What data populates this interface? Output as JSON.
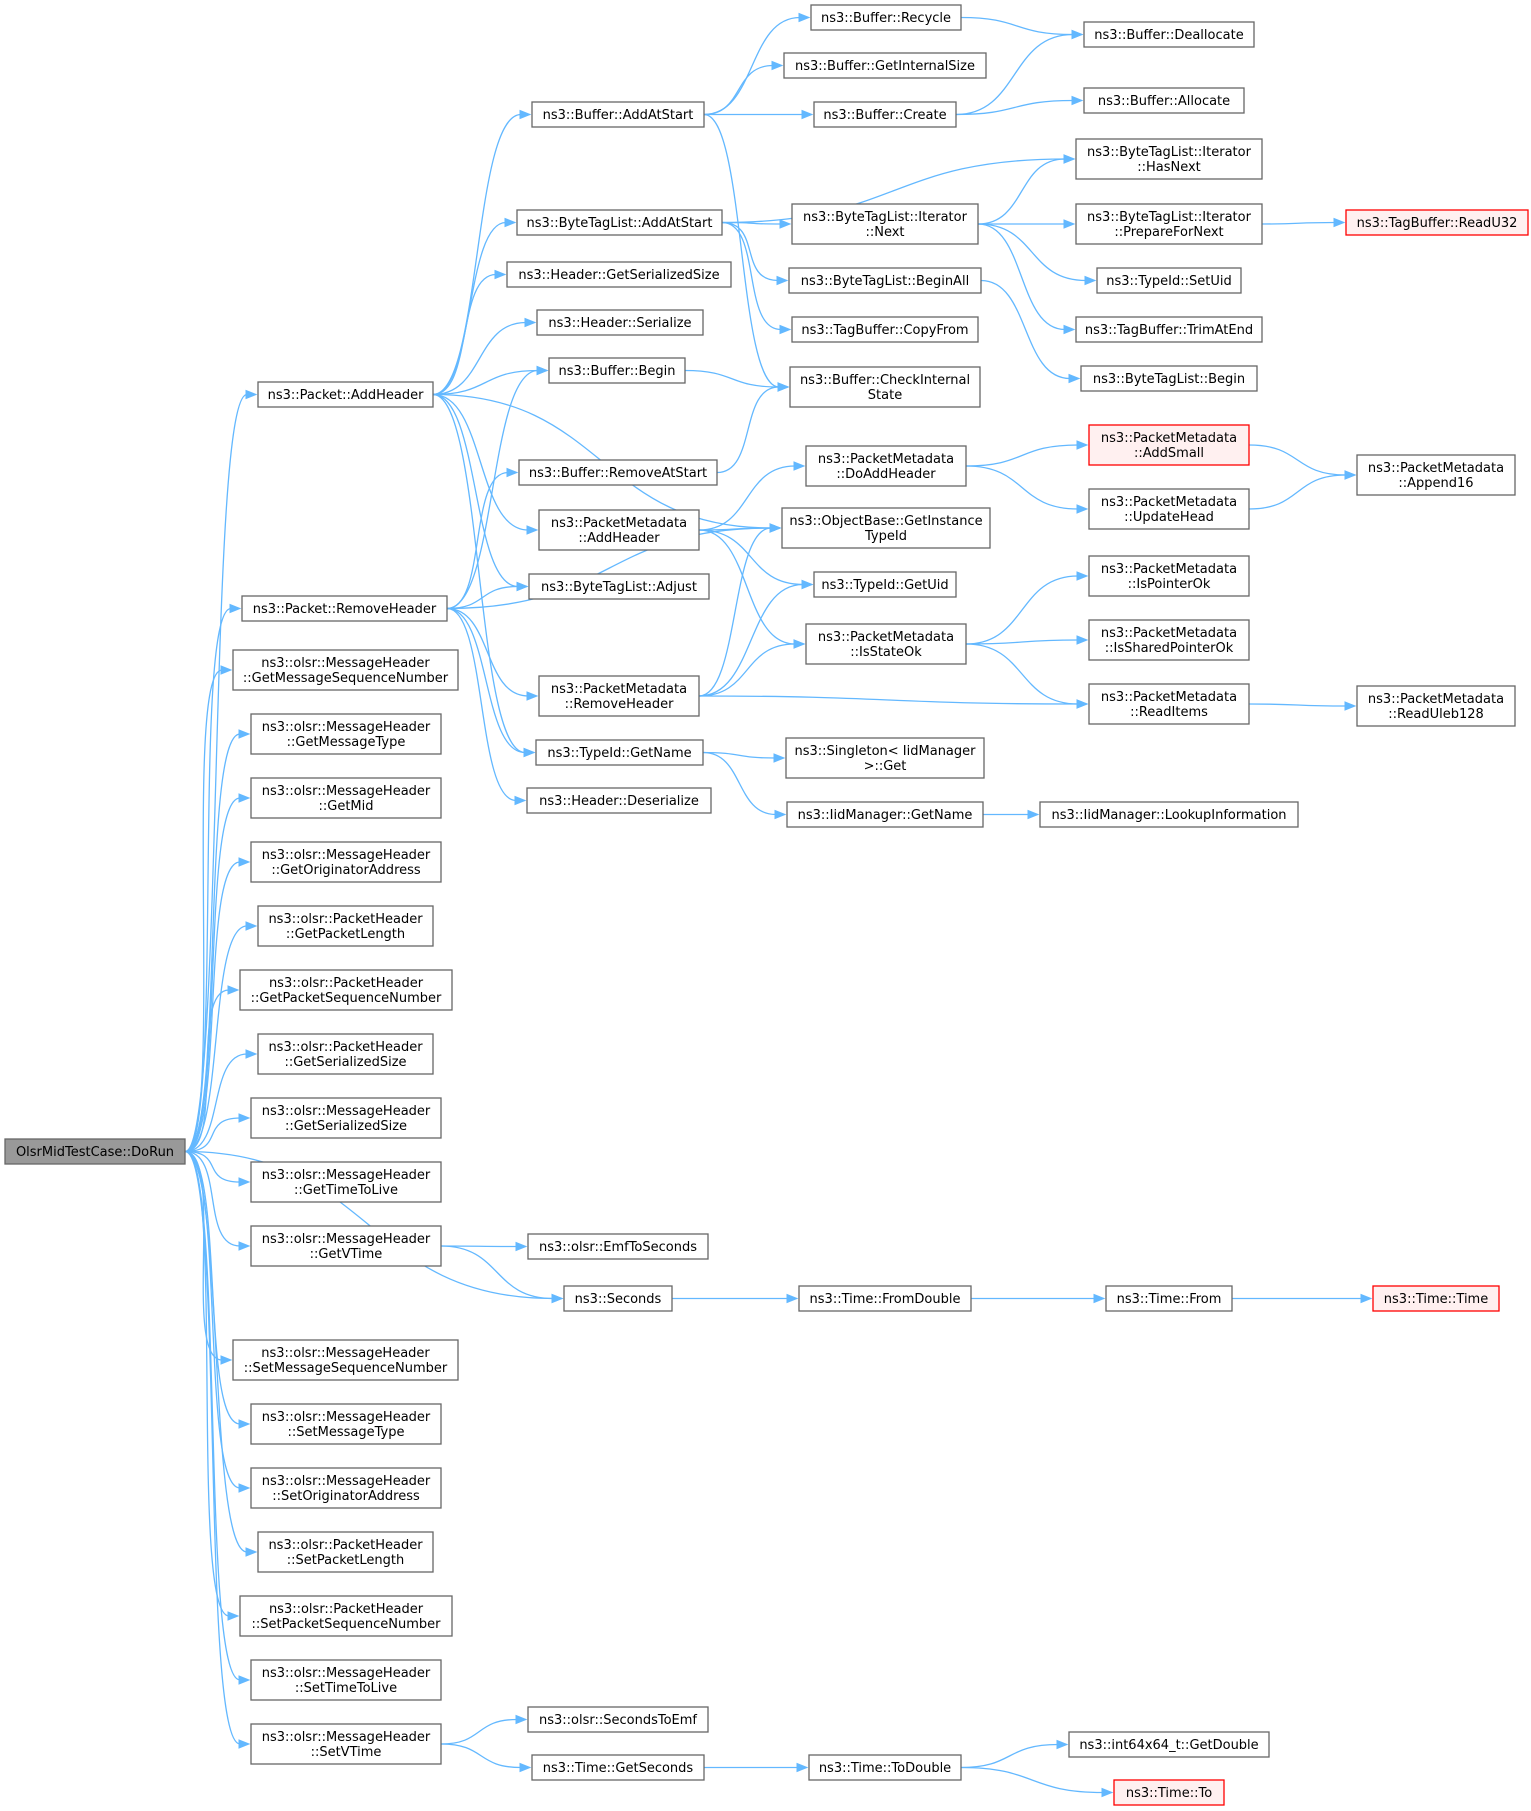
{
  "graph": {
    "colors": {
      "edge": "#63b8ff",
      "node_border": "#666666",
      "root_fill": "#999999",
      "truncated_border": "#ff0000",
      "truncated_fill": "#fff0f0"
    },
    "nodes": [
      {
        "id": "root",
        "lines": [
          "OlsrMidTestCase::DoRun"
        ],
        "kind": "root"
      },
      {
        "id": "pkt_addheader",
        "lines": [
          "ns3::Packet::AddHeader"
        ]
      },
      {
        "id": "pkt_removeheader",
        "lines": [
          "ns3::Packet::RemoveHeader"
        ]
      },
      {
        "id": "mh_getmsgseq",
        "lines": [
          "ns3::olsr::MessageHeader",
          "::GetMessageSequenceNumber"
        ]
      },
      {
        "id": "mh_getmsgtype",
        "lines": [
          "ns3::olsr::MessageHeader",
          "::GetMessageType"
        ]
      },
      {
        "id": "mh_getmid",
        "lines": [
          "ns3::olsr::MessageHeader",
          "::GetMid"
        ]
      },
      {
        "id": "mh_getorig",
        "lines": [
          "ns3::olsr::MessageHeader",
          "::GetOriginatorAddress"
        ]
      },
      {
        "id": "ph_getlen",
        "lines": [
          "ns3::olsr::PacketHeader",
          "::GetPacketLength"
        ]
      },
      {
        "id": "ph_getseq",
        "lines": [
          "ns3::olsr::PacketHeader",
          "::GetPacketSequenceNumber"
        ]
      },
      {
        "id": "ph_getsersize",
        "lines": [
          "ns3::olsr::PacketHeader",
          "::GetSerializedSize"
        ]
      },
      {
        "id": "mh_getsersize",
        "lines": [
          "ns3::olsr::MessageHeader",
          "::GetSerializedSize"
        ]
      },
      {
        "id": "mh_getttl",
        "lines": [
          "ns3::olsr::MessageHeader",
          "::GetTimeToLive"
        ]
      },
      {
        "id": "mh_getvtime",
        "lines": [
          "ns3::olsr::MessageHeader",
          "::GetVTime"
        ]
      },
      {
        "id": "mh_setmsgseq",
        "lines": [
          "ns3::olsr::MessageHeader",
          "::SetMessageSequenceNumber"
        ]
      },
      {
        "id": "mh_setmsgtype",
        "lines": [
          "ns3::olsr::MessageHeader",
          "::SetMessageType"
        ]
      },
      {
        "id": "mh_setorig",
        "lines": [
          "ns3::olsr::MessageHeader",
          "::SetOriginatorAddress"
        ]
      },
      {
        "id": "ph_setlen",
        "lines": [
          "ns3::olsr::PacketHeader",
          "::SetPacketLength"
        ]
      },
      {
        "id": "ph_setseq",
        "lines": [
          "ns3::olsr::PacketHeader",
          "::SetPacketSequenceNumber"
        ]
      },
      {
        "id": "mh_setttl",
        "lines": [
          "ns3::olsr::MessageHeader",
          "::SetTimeToLive"
        ]
      },
      {
        "id": "mh_setvtime",
        "lines": [
          "ns3::olsr::MessageHeader",
          "::SetVTime"
        ]
      },
      {
        "id": "buf_addatstart",
        "lines": [
          "ns3::Buffer::AddAtStart"
        ]
      },
      {
        "id": "btl_addatstart",
        "lines": [
          "ns3::ByteTagList::AddAtStart"
        ]
      },
      {
        "id": "hdr_getsersize",
        "lines": [
          "ns3::Header::GetSerializedSize"
        ]
      },
      {
        "id": "hdr_serialize",
        "lines": [
          "ns3::Header::Serialize"
        ]
      },
      {
        "id": "buf_begin",
        "lines": [
          "ns3::Buffer::Begin"
        ]
      },
      {
        "id": "buf_removeatstart",
        "lines": [
          "ns3::Buffer::RemoveAtStart"
        ]
      },
      {
        "id": "pm_addheader",
        "lines": [
          "ns3::PacketMetadata",
          "::AddHeader"
        ]
      },
      {
        "id": "btl_adjust",
        "lines": [
          "ns3::ByteTagList::Adjust"
        ]
      },
      {
        "id": "pm_removeheader",
        "lines": [
          "ns3::PacketMetadata",
          "::RemoveHeader"
        ]
      },
      {
        "id": "tid_getname",
        "lines": [
          "ns3::TypeId::GetName"
        ]
      },
      {
        "id": "hdr_deserialize",
        "lines": [
          "ns3::Header::Deserialize"
        ]
      },
      {
        "id": "emf_toseconds",
        "lines": [
          "ns3::olsr::EmfToSeconds"
        ]
      },
      {
        "id": "seconds",
        "lines": [
          "ns3::Seconds"
        ]
      },
      {
        "id": "seconds_toemf",
        "lines": [
          "ns3::olsr::SecondsToEmf"
        ]
      },
      {
        "id": "time_getseconds",
        "lines": [
          "ns3::Time::GetSeconds"
        ]
      },
      {
        "id": "buf_recycle",
        "lines": [
          "ns3::Buffer::Recycle"
        ]
      },
      {
        "id": "buf_getinternalsize",
        "lines": [
          "ns3::Buffer::GetInternalSize"
        ]
      },
      {
        "id": "buf_create",
        "lines": [
          "ns3::Buffer::Create"
        ]
      },
      {
        "id": "btli_next",
        "lines": [
          "ns3::ByteTagList::Iterator",
          "::Next"
        ]
      },
      {
        "id": "btl_beginall",
        "lines": [
          "ns3::ByteTagList::BeginAll"
        ]
      },
      {
        "id": "tagbuf_copyfrom",
        "lines": [
          "ns3::TagBuffer::CopyFrom"
        ]
      },
      {
        "id": "buf_checkinternal",
        "lines": [
          "ns3::Buffer::CheckInternal",
          "State"
        ]
      },
      {
        "id": "pm_doaddheader",
        "lines": [
          "ns3::PacketMetadata",
          "::DoAddHeader"
        ]
      },
      {
        "id": "ob_getinstancetypeid",
        "lines": [
          "ns3::ObjectBase::GetInstance",
          "TypeId"
        ]
      },
      {
        "id": "tid_getuid",
        "lines": [
          "ns3::TypeId::GetUid"
        ]
      },
      {
        "id": "pm_isstateok",
        "lines": [
          "ns3::PacketMetadata",
          "::IsStateOk"
        ]
      },
      {
        "id": "singleton_get",
        "lines": [
          "ns3::Singleton< IidManager",
          " >::Get"
        ]
      },
      {
        "id": "iid_getname",
        "lines": [
          "ns3::IidManager::GetName"
        ]
      },
      {
        "id": "time_fromdouble",
        "lines": [
          "ns3::Time::FromDouble"
        ]
      },
      {
        "id": "time_todouble",
        "lines": [
          "ns3::Time::ToDouble"
        ]
      },
      {
        "id": "buf_deallocate",
        "lines": [
          "ns3::Buffer::Deallocate"
        ]
      },
      {
        "id": "buf_allocate",
        "lines": [
          "ns3::Buffer::Allocate"
        ]
      },
      {
        "id": "btli_hasnext",
        "lines": [
          "ns3::ByteTagList::Iterator",
          "::HasNext"
        ]
      },
      {
        "id": "btli_preparefornext",
        "lines": [
          "ns3::ByteTagList::Iterator",
          "::PrepareForNext"
        ]
      },
      {
        "id": "tid_setuid",
        "lines": [
          "ns3::TypeId::SetUid"
        ]
      },
      {
        "id": "tagbuf_trimatend",
        "lines": [
          "ns3::TagBuffer::TrimAtEnd"
        ]
      },
      {
        "id": "btl_begin",
        "lines": [
          "ns3::ByteTagList::Begin"
        ]
      },
      {
        "id": "pm_addsmall",
        "lines": [
          "ns3::PacketMetadata",
          "::AddSmall"
        ],
        "kind": "trunc"
      },
      {
        "id": "pm_updatehead",
        "lines": [
          "ns3::PacketMetadata",
          "::UpdateHead"
        ]
      },
      {
        "id": "pm_ispointerok",
        "lines": [
          "ns3::PacketMetadata",
          "::IsPointerOk"
        ]
      },
      {
        "id": "pm_issharedpointerok",
        "lines": [
          "ns3::PacketMetadata",
          "::IsSharedPointerOk"
        ]
      },
      {
        "id": "pm_readitems",
        "lines": [
          "ns3::PacketMetadata",
          "::ReadItems"
        ]
      },
      {
        "id": "iid_lookupinfo",
        "lines": [
          "ns3::IidManager::LookupInformation"
        ]
      },
      {
        "id": "time_from",
        "lines": [
          "ns3::Time::From"
        ]
      },
      {
        "id": "i64_getdouble",
        "lines": [
          "ns3::int64x64_t::GetDouble"
        ]
      },
      {
        "id": "time_to",
        "lines": [
          "ns3::Time::To"
        ],
        "kind": "trunc"
      },
      {
        "id": "tagbuf_readu32",
        "lines": [
          "ns3::TagBuffer::ReadU32"
        ],
        "kind": "trunc"
      },
      {
        "id": "pm_append16",
        "lines": [
          "ns3::PacketMetadata",
          "::Append16"
        ]
      },
      {
        "id": "pm_readuleb128",
        "lines": [
          "ns3::PacketMetadata",
          "::ReadUleb128"
        ]
      },
      {
        "id": "time_time",
        "lines": [
          "ns3::Time::Time"
        ],
        "kind": "trunc"
      }
    ],
    "edges": [
      [
        "root",
        "pkt_addheader"
      ],
      [
        "root",
        "pkt_removeheader"
      ],
      [
        "root",
        "mh_getmsgseq"
      ],
      [
        "root",
        "mh_getmsgtype"
      ],
      [
        "root",
        "mh_getmid"
      ],
      [
        "root",
        "mh_getorig"
      ],
      [
        "root",
        "ph_getlen"
      ],
      [
        "root",
        "ph_getseq"
      ],
      [
        "root",
        "ph_getsersize"
      ],
      [
        "root",
        "mh_getsersize"
      ],
      [
        "root",
        "mh_getttl"
      ],
      [
        "root",
        "mh_getvtime"
      ],
      [
        "root",
        "seconds"
      ],
      [
        "root",
        "mh_setmsgseq"
      ],
      [
        "root",
        "mh_setmsgtype"
      ],
      [
        "root",
        "mh_setorig"
      ],
      [
        "root",
        "ph_setlen"
      ],
      [
        "root",
        "ph_setseq"
      ],
      [
        "root",
        "mh_setttl"
      ],
      [
        "root",
        "mh_setvtime"
      ],
      [
        "pkt_addheader",
        "buf_addatstart"
      ],
      [
        "pkt_addheader",
        "btl_addatstart"
      ],
      [
        "pkt_addheader",
        "hdr_getsersize"
      ],
      [
        "pkt_addheader",
        "hdr_serialize"
      ],
      [
        "pkt_addheader",
        "buf_begin"
      ],
      [
        "pkt_addheader",
        "ob_getinstancetypeid"
      ],
      [
        "pkt_addheader",
        "pm_addheader"
      ],
      [
        "pkt_addheader",
        "btl_adjust"
      ],
      [
        "pkt_addheader",
        "tid_getname"
      ],
      [
        "pkt_removeheader",
        "buf_begin"
      ],
      [
        "pkt_removeheader",
        "buf_removeatstart"
      ],
      [
        "pkt_removeheader",
        "btl_adjust"
      ],
      [
        "pkt_removeheader",
        "ob_getinstancetypeid"
      ],
      [
        "pkt_removeheader",
        "pm_removeheader"
      ],
      [
        "pkt_removeheader",
        "tid_getname"
      ],
      [
        "pkt_removeheader",
        "hdr_deserialize"
      ],
      [
        "buf_addatstart",
        "buf_recycle"
      ],
      [
        "buf_addatstart",
        "buf_getinternalsize"
      ],
      [
        "buf_addatstart",
        "buf_create"
      ],
      [
        "buf_addatstart",
        "buf_checkinternal"
      ],
      [
        "buf_recycle",
        "buf_deallocate"
      ],
      [
        "buf_create",
        "buf_deallocate"
      ],
      [
        "buf_create",
        "buf_allocate"
      ],
      [
        "btl_addatstart",
        "btli_hasnext"
      ],
      [
        "btl_addatstart",
        "btli_next"
      ],
      [
        "btl_addatstart",
        "btl_beginall"
      ],
      [
        "btl_addatstart",
        "tagbuf_copyfrom"
      ],
      [
        "btli_next",
        "btli_hasnext"
      ],
      [
        "btli_next",
        "btli_preparefornext"
      ],
      [
        "btli_next",
        "tid_setuid"
      ],
      [
        "btli_next",
        "tagbuf_trimatend"
      ],
      [
        "btli_preparefornext",
        "tagbuf_readu32"
      ],
      [
        "btl_beginall",
        "btl_begin"
      ],
      [
        "buf_begin",
        "buf_checkinternal"
      ],
      [
        "buf_removeatstart",
        "buf_checkinternal"
      ],
      [
        "pm_addheader",
        "pm_doaddheader"
      ],
      [
        "pm_addheader",
        "ob_getinstancetypeid"
      ],
      [
        "pm_addheader",
        "tid_getuid"
      ],
      [
        "pm_addheader",
        "pm_isstateok"
      ],
      [
        "pm_doaddheader",
        "pm_addsmall"
      ],
      [
        "pm_doaddheader",
        "pm_updatehead"
      ],
      [
        "pm_addsmall",
        "pm_append16"
      ],
      [
        "pm_updatehead",
        "pm_append16"
      ],
      [
        "pm_removeheader",
        "ob_getinstancetypeid"
      ],
      [
        "pm_removeheader",
        "tid_getuid"
      ],
      [
        "pm_removeheader",
        "pm_isstateok"
      ],
      [
        "pm_removeheader",
        "pm_readitems"
      ],
      [
        "pm_isstateok",
        "pm_ispointerok"
      ],
      [
        "pm_isstateok",
        "pm_issharedpointerok"
      ],
      [
        "pm_isstateok",
        "pm_readitems"
      ],
      [
        "pm_readitems",
        "pm_readuleb128"
      ],
      [
        "tid_getname",
        "singleton_get"
      ],
      [
        "tid_getname",
        "iid_getname"
      ],
      [
        "iid_getname",
        "iid_lookupinfo"
      ],
      [
        "mh_getvtime",
        "emf_toseconds"
      ],
      [
        "mh_getvtime",
        "seconds"
      ],
      [
        "seconds",
        "time_fromdouble"
      ],
      [
        "time_fromdouble",
        "time_from"
      ],
      [
        "time_from",
        "time_time"
      ],
      [
        "mh_setvtime",
        "seconds_toemf"
      ],
      [
        "mh_setvtime",
        "time_getseconds"
      ],
      [
        "time_getseconds",
        "time_todouble"
      ],
      [
        "time_todouble",
        "i64_getdouble"
      ],
      [
        "time_todouble",
        "time_to"
      ]
    ]
  }
}
